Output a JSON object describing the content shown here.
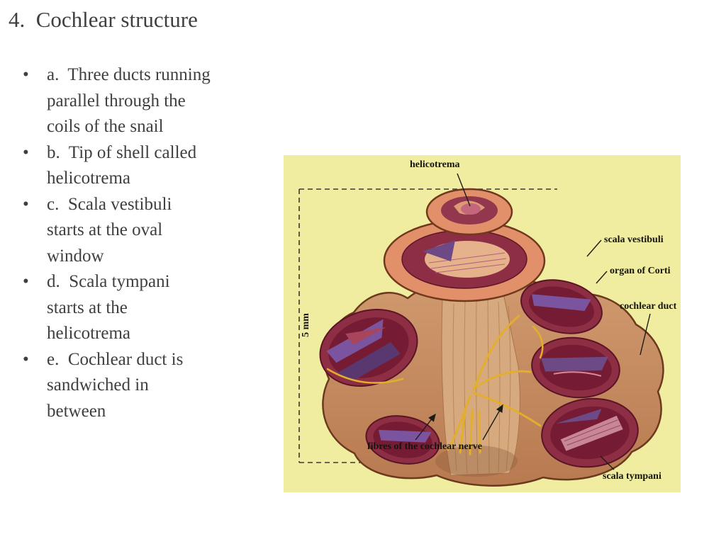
{
  "slide": {
    "title": "4.  Cochlear structure",
    "bullets": [
      "a.  Three ducts running parallel through the coils of the snail",
      "b.  Tip of shell called helicotrema",
      "c.  Scala vestibuli starts at the oval window",
      "d.  Scala tympani starts at the helicotrema",
      "e.  Cochlear duct is sandwiched in between"
    ]
  },
  "figure": {
    "scale_label": "5 mm",
    "labels": {
      "helicotrema": "helicotrema",
      "scala_vestibuli": "scala vestibuli",
      "organ_of_corti": "organ of Corti",
      "cochlear_duct": "cochlear duct",
      "scala_tympani": "scala tympani",
      "cochlear_nerve": "fibres of the cochlear nerve"
    },
    "colors": {
      "background": "#f1eda0",
      "body": "#c6885e",
      "chamber": "#7d2038",
      "membrane": "#6d4a86",
      "nerve": "#e3ae2c",
      "shell_ring": "#e2906a",
      "text": "#3f3f3f"
    }
  }
}
